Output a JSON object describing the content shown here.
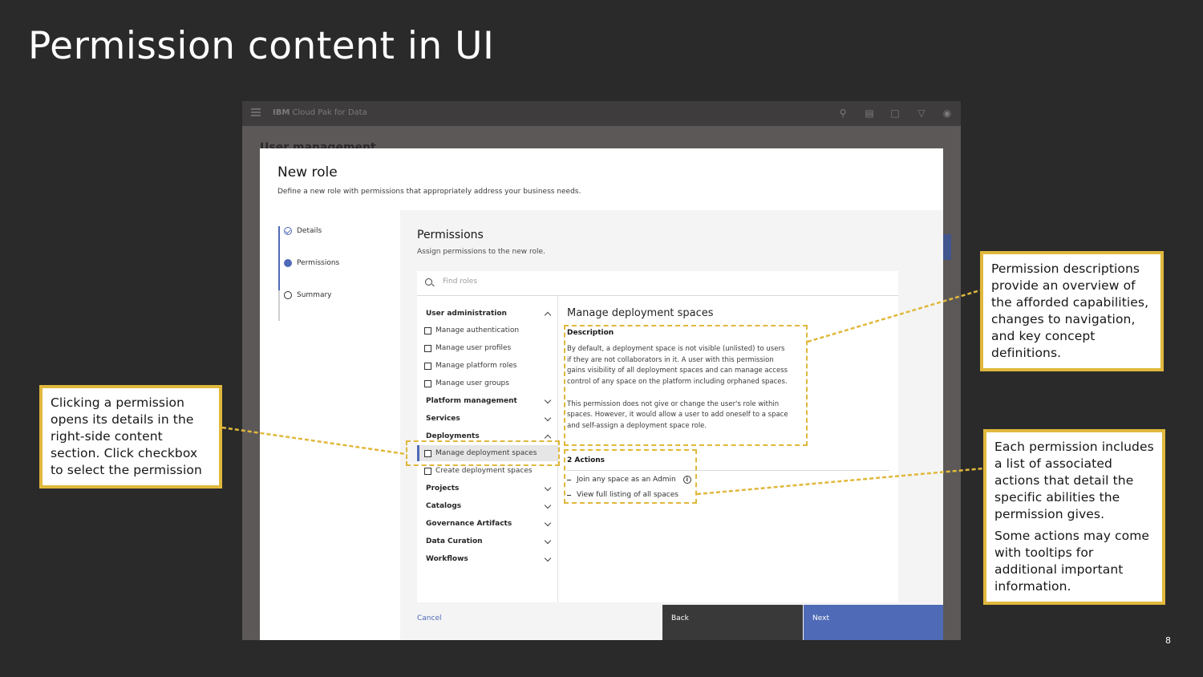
{
  "slide": {
    "title": "Permission content in UI",
    "page_number": "8"
  },
  "app": {
    "brand_prefix": "IBM",
    "brand_name": "Cloud Pak for Data",
    "bg_page_title": "User management",
    "topbar_icons": [
      "search-icon",
      "chat-icon",
      "document-icon",
      "notification-icon",
      "user-icon"
    ]
  },
  "modal": {
    "title": "New role",
    "subtitle": "Define a new role with permissions that appropriately address your business needs.",
    "steps": [
      {
        "label": "Details",
        "state": "done"
      },
      {
        "label": "Permissions",
        "state": "current"
      },
      {
        "label": "Summary",
        "state": "todo"
      }
    ],
    "permissions": {
      "title": "Permissions",
      "subtitle": "Assign permissions to the new role.",
      "search_placeholder": "Find roles"
    },
    "list": {
      "user_administration": "User administration",
      "manage_authentication": "Manage authentication",
      "manage_user_profiles": "Manage user profiles",
      "manage_platform_roles": "Manage platform roles",
      "manage_user_groups": "Manage user groups",
      "platform_management": "Platform management",
      "services": "Services",
      "deployments": "Deployments",
      "manage_deployment_spaces": "Manage deployment spaces",
      "create_deployment_spaces": "Create deployment spaces",
      "projects": "Projects",
      "catalogs": "Catalogs",
      "governance_artifacts": "Governance Artifacts",
      "data_curation": "Data Curation",
      "workflows": "Workflows"
    },
    "detail": {
      "title": "Manage deployment spaces",
      "description_label": "Description",
      "description_p1": "By default, a deployment space is not visible (unlisted) to users if they are not collaborators in it. A user with this permission gains visibility of all deployment spaces and can manage access control of any space on the platform including orphaned spaces.",
      "description_p2": "This permission does not give or change the user's role within spaces. However, it would allow a user to add oneself to a space and self-assign a deployment space role.",
      "actions_label": "2 Actions",
      "action_1": "Join any space as an Admin",
      "action_2": "View full listing of all spaces"
    },
    "footer": {
      "cancel": "Cancel",
      "back": "Back",
      "next": "Next"
    }
  },
  "callouts": {
    "left": "Clicking a permission opens its details in the right-side content section. Click checkbox to select the permission",
    "top_right": "Permission descriptions provide an overview of the afforded capabilities, changes to navigation, and key concept definitions.",
    "bottom_right_p1": "Each permission includes a list of associated actions that detail the specific abilities the permission gives.",
    "bottom_right_p2": "Some actions may come with tooltips for additional important information."
  },
  "colors": {
    "background": "#2a2a2a",
    "annotation": "#e0b83c",
    "accent": "#4f6ab7"
  }
}
